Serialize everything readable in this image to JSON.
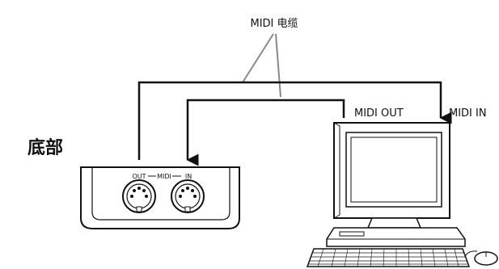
{
  "labels": {
    "cable": "MIDI 电缆",
    "device_side": "底部",
    "port_out": "OUT",
    "port_midi": "MIDI",
    "port_in": "IN",
    "computer_out": "MIDI OUT",
    "computer_in": "MIDI IN"
  }
}
